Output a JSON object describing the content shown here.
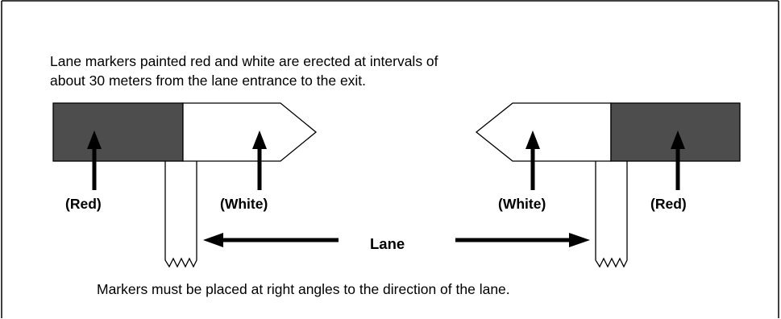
{
  "intro": {
    "line1": "Lane markers painted red and white are erected at intervals of",
    "line2": "about 30 meters from the lane entrance to the exit."
  },
  "labels": {
    "red_left": "(Red)",
    "white_left": "(White)",
    "white_right": "(White)",
    "red_right": "(Red)",
    "lane": "Lane"
  },
  "footer": "Markers must be placed at right angles to the direction of the lane.",
  "colors": {
    "red_panel": "#4d4d4d",
    "white_panel": "#ffffff",
    "stroke": "#000000"
  }
}
